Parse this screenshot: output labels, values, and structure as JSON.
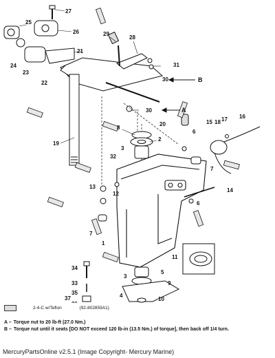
{
  "callouts": [
    "27",
    "25",
    "26",
    "24",
    "23",
    "22",
    "21",
    "29",
    "28",
    "31",
    "30",
    "30",
    "20",
    "19",
    "8",
    "2",
    "3",
    "32",
    "13",
    "12",
    "7",
    "6",
    "15",
    "17",
    "18",
    "16",
    "14",
    "6",
    "7",
    "1",
    "11",
    "34",
    "33",
    "35",
    "37",
    "36",
    "3",
    "5",
    "4",
    "9",
    "10"
  ],
  "letters": [
    "A",
    "B"
  ],
  "legend": {
    "product": "2-4-C w/Teflon",
    "part_number": "(92-802859A1)"
  },
  "notes": [
    {
      "key": "A –",
      "text": "Torque nut to 20 lb-ft (27.0 Nm.)"
    },
    {
      "key": "B –",
      "text": "Torque nut until it seats [DO NOT exceed 120 lb-in (13.5 Nm.) of torque], then back off 1/4 turn."
    }
  ],
  "footer": "MercuryPartsOnline v2.5.1 (Image Copyright- Mercury Marine)"
}
